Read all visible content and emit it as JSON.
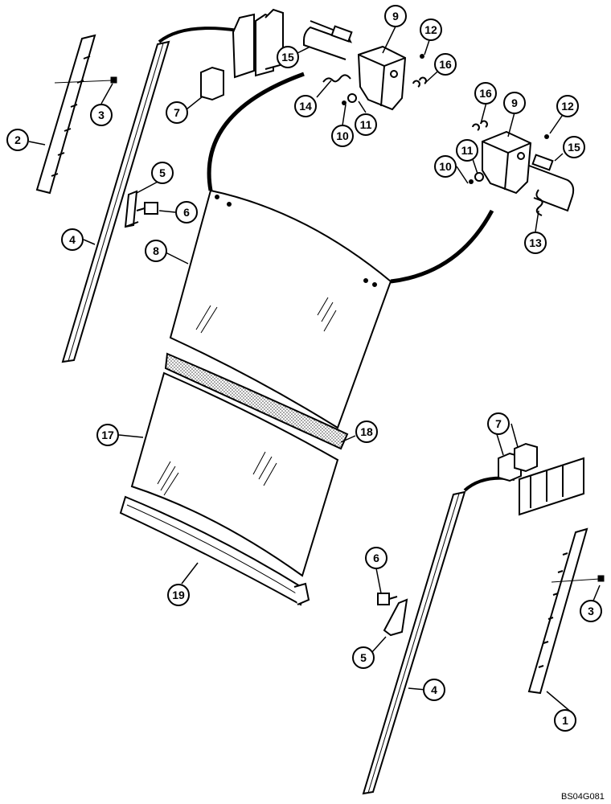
{
  "drawing_code": "BS04G081",
  "callouts": [
    {
      "label": "1"
    },
    {
      "label": "2"
    },
    {
      "label": "3"
    },
    {
      "label": "3"
    },
    {
      "label": "4"
    },
    {
      "label": "4"
    },
    {
      "label": "5"
    },
    {
      "label": "5"
    },
    {
      "label": "6"
    },
    {
      "label": "6"
    },
    {
      "label": "7"
    },
    {
      "label": "7"
    },
    {
      "label": "8"
    },
    {
      "label": "9"
    },
    {
      "label": "9"
    },
    {
      "label": "10"
    },
    {
      "label": "10"
    },
    {
      "label": "11"
    },
    {
      "label": "11"
    },
    {
      "label": "12"
    },
    {
      "label": "12"
    },
    {
      "label": "13"
    },
    {
      "label": "14"
    },
    {
      "label": "15"
    },
    {
      "label": "15"
    },
    {
      "label": "16"
    },
    {
      "label": "16"
    },
    {
      "label": "17"
    },
    {
      "label": "18"
    },
    {
      "label": "19"
    }
  ]
}
